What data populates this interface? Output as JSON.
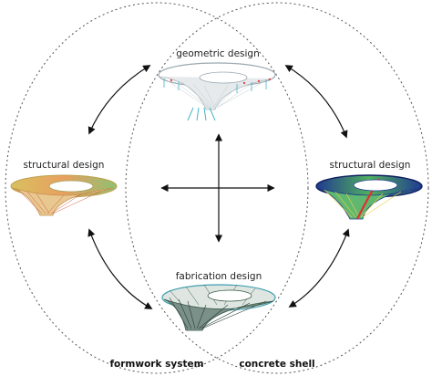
{
  "labels": {
    "geometric": "geometric design",
    "structural_left": "structural design",
    "structural_right": "structural design",
    "fabrication": "fabrication design",
    "formwork": "formwork system",
    "concrete": "concrete shell"
  },
  "colors": {
    "ellipse_stroke": "#555555",
    "arrow": "#111111",
    "geom_mesh": "#9aa8b0",
    "geom_supports": "#46b4c8",
    "geom_markers": "#e05050",
    "struct_left_low": "#e8d070",
    "struct_left_high": "#d85050",
    "struct_right_low": "#2040a0",
    "struct_right_high": "#e03030",
    "struct_right_mid": "#60c060",
    "fab_mesh": "#3a5a4a",
    "fab_edge": "#40a0b0"
  }
}
